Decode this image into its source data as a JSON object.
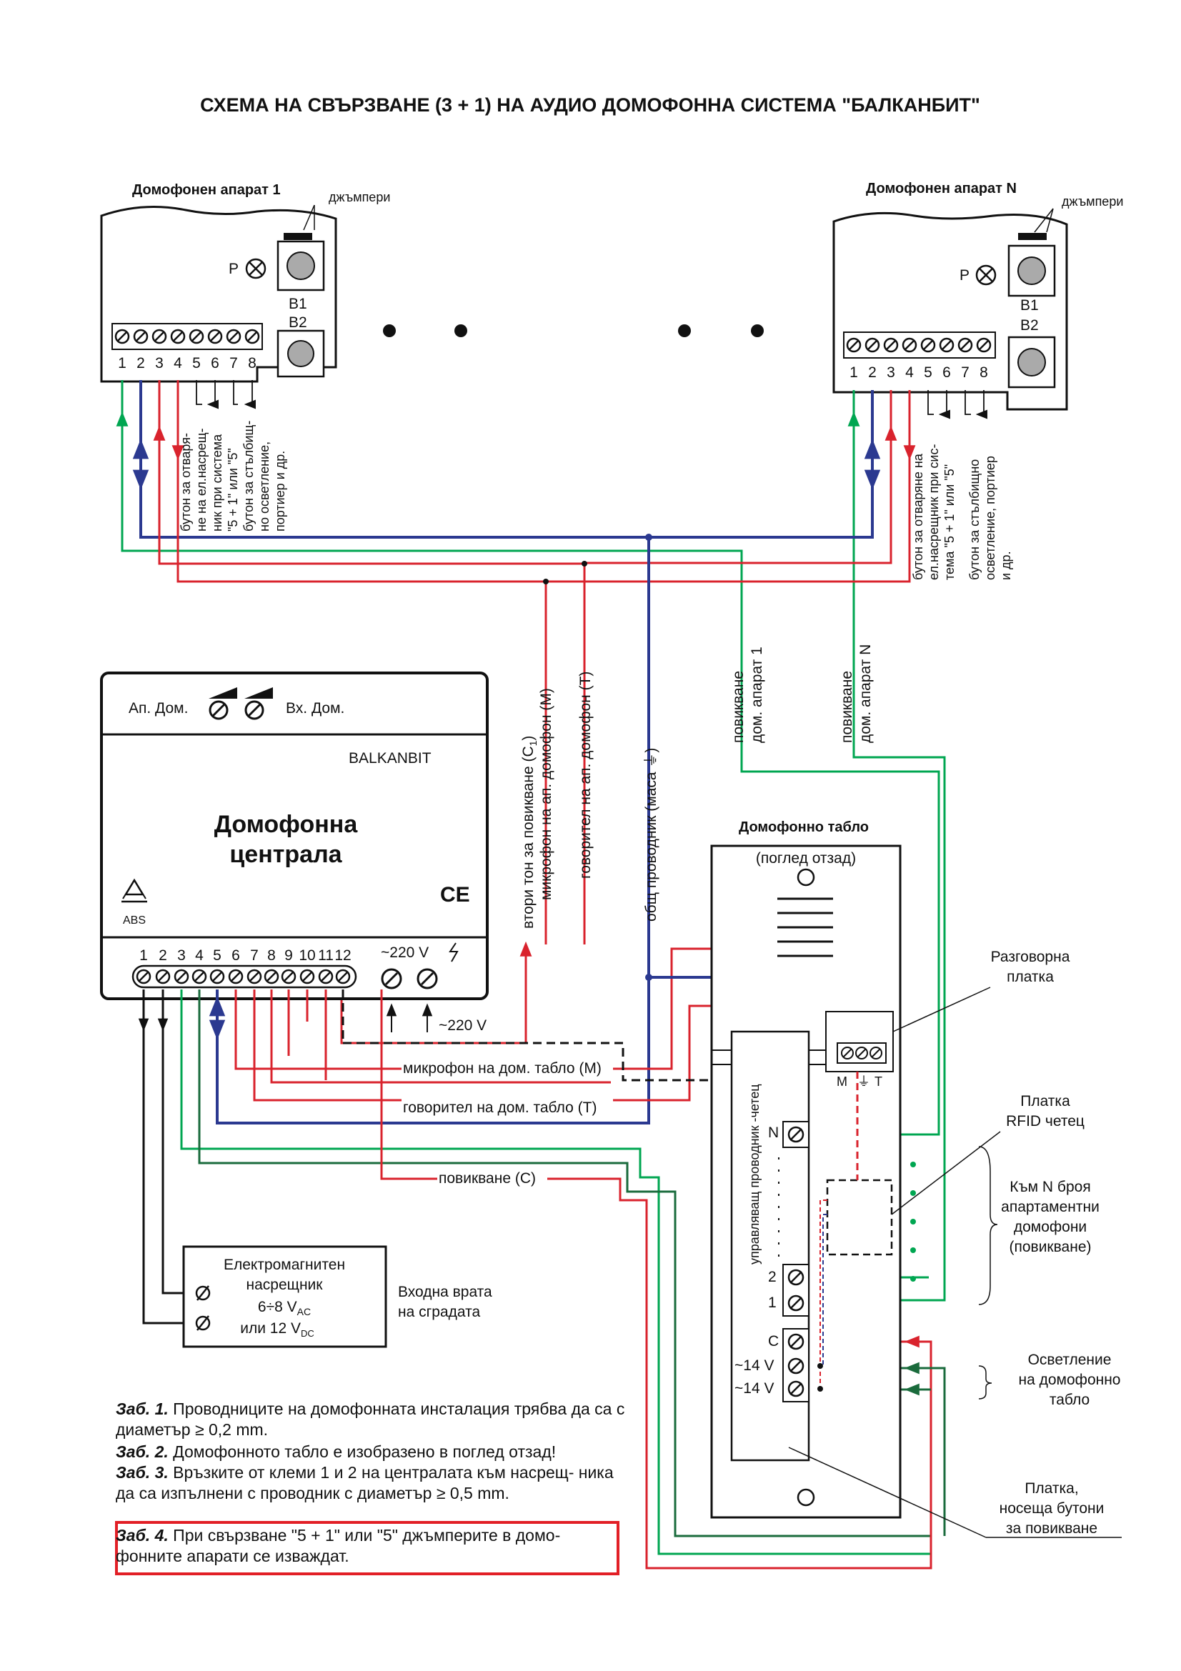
{
  "title": "СХЕМА НА СВЪРЗВАНЕ (3 + 1) НА АУДИО ДОМОФОННА СИСТЕМА \"БАЛКАНБИТ\"",
  "apartment_units": {
    "unit1_title": "Домофонен апарат 1",
    "unitN_title": "Домофонен апарат N",
    "jumpers": "джъмпери",
    "p_label": "P",
    "b1_label": "B1",
    "b2_label": "B2",
    "terminals": [
      "1",
      "2",
      "3",
      "4",
      "5",
      "6",
      "7",
      "8"
    ],
    "unit1_btn1": [
      "бутон за отваря-",
      "не на ел.насрещ-",
      "ник при система",
      "\"5 + 1\" или \"5\""
    ],
    "unit1_btn2": [
      "бутон за стълбищ-",
      "но осветление,",
      "портиер и др."
    ],
    "unitN_btn1": [
      "бутон за отваряне на",
      "ел.насрещник при сис-",
      "тема \"5 + 1\" или \"5\""
    ],
    "unitN_btn2": [
      "бутон за стълбищно",
      "осветление, портиер",
      "и др."
    ]
  },
  "vertical_labels": {
    "ring_tone": "втори тон за повикване (C",
    "ring_sub": "1",
    "mic_apt": "микрофон на ап. домофон (M)",
    "spk_apt": "говорител на ап. домофон (T)",
    "common": "общ проводник (маса ⏚)",
    "call1": [
      "повикване",
      "дом. апарат 1"
    ],
    "callN": [
      "повикване",
      "дом. апарат N"
    ]
  },
  "central": {
    "ap_dom": "Ап. Дом.",
    "vh_dom": "Вх. Дом.",
    "brand": "BALKANBIT",
    "name_line1": "Домофонна",
    "name_line2": "централа",
    "abs": "ABS",
    "ce": "CE",
    "terminals": [
      "1",
      "2",
      "3",
      "4",
      "5",
      "6",
      "7",
      "8",
      "9",
      "10",
      "11",
      "12"
    ],
    "mains": "~220 V",
    "mains_in": "~220 V"
  },
  "wire_labels": {
    "mic_panel": "микрофон на дом. табло (M)",
    "spk_panel": "говорител на дом. табло (T)",
    "call": "повикване (C)"
  },
  "lock": {
    "line1": "Електромагнитен",
    "line2": "насрещник",
    "line3": "6÷8 V",
    "line3_sub": "AC",
    "line4": "или 12 V",
    "line4_sub": "DC",
    "door_line1": "Входна врата",
    "door_line2": "на сградата"
  },
  "panel": {
    "title": "Домофонно табло",
    "subtitle": "(поглед отзад)",
    "control_wire": "управляващ проводник -четец",
    "terms_left": [
      "N",
      "2",
      "1",
      "C",
      "~14 V",
      "~14 V"
    ],
    "mt": [
      "M",
      "⏚",
      "T"
    ]
  },
  "callouts": {
    "talk_board": [
      "Разговорна",
      "платка"
    ],
    "rfid": [
      "Платка",
      "RFID четец"
    ],
    "to_n": [
      "Към N броя",
      "апартаментни",
      "домофони",
      "(повикване)"
    ],
    "light": [
      "Осветление",
      "на домофонно",
      "табло"
    ],
    "button_board": [
      "Платка,",
      "носеща бутони",
      "за повикване"
    ]
  },
  "notes": [
    {
      "key": "Заб. 1.",
      "text": "Проводниците на домофонната инсталация трябва да са с диаметър ≥ 0,2 mm."
    },
    {
      "key": "Заб. 2.",
      "text": "Домофонното табло е изобразено в поглед отзад!"
    },
    {
      "key": "Заб. 3.",
      "text": "Връзките от клеми 1 и 2 на централата към насрещ- ника да са изпълнени с проводник с диаметър ≥ 0,5 mm."
    },
    {
      "key": "Заб. 4.",
      "text": "При свързване \"5 + 1\" или \"5\" джъмперите в домо- фонните апарати се изваждат."
    }
  ],
  "colors": {
    "red": "#d9232d",
    "blue": "#2b3990",
    "green": "#00a651",
    "darkgreen": "#1a6b3c",
    "black": "#111111",
    "highlight": "#e21f26"
  }
}
